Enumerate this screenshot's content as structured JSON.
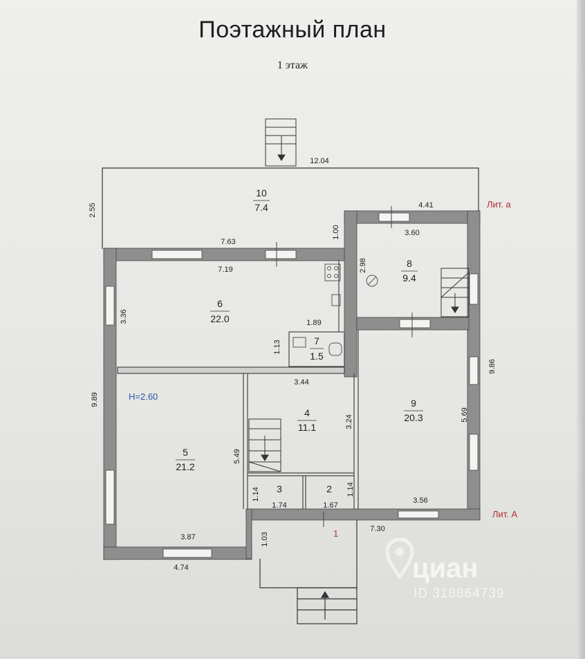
{
  "header": {
    "title": "Поэтажный план",
    "floor": "1 этаж"
  },
  "labels": {
    "height": "H=2.60",
    "lit_a_small": "Лит. а",
    "lit_a_big": "Лит. А",
    "entrance_number": "1"
  },
  "rooms": [
    {
      "number": "10",
      "area": "7.4"
    },
    {
      "number": "8",
      "area": "9.4"
    },
    {
      "number": "6",
      "area": "22.0"
    },
    {
      "number": "7",
      "area": "1.5"
    },
    {
      "number": "4",
      "area": "11.1"
    },
    {
      "number": "9",
      "area": "20.3"
    },
    {
      "number": "5",
      "area": "21.2"
    },
    {
      "number": "3",
      "area": ""
    },
    {
      "number": "2",
      "area": ""
    }
  ],
  "dimensions": {
    "d1204": "12.04",
    "d255": "2.55",
    "d441": "4.41",
    "d100": "1.00",
    "d360": "3.60",
    "d763": "7.63",
    "d298": "2.98",
    "d719": "7.19",
    "d336": "3.36",
    "d189": "1.89",
    "d113": "1.13",
    "d986": "9.86",
    "d344": "3.44",
    "d989": "9.89",
    "d324": "3.24",
    "d569": "5.69",
    "d549": "5.49",
    "d114a": "1.14",
    "d174": "1.74",
    "d167": "1.67",
    "d114b": "1.14",
    "d356": "3.56",
    "d387": "3.87",
    "d730": "7.30",
    "d103": "1.03",
    "d474": "4.74"
  },
  "watermark": {
    "brand": "циан",
    "listing_id": "ID 318864739"
  }
}
